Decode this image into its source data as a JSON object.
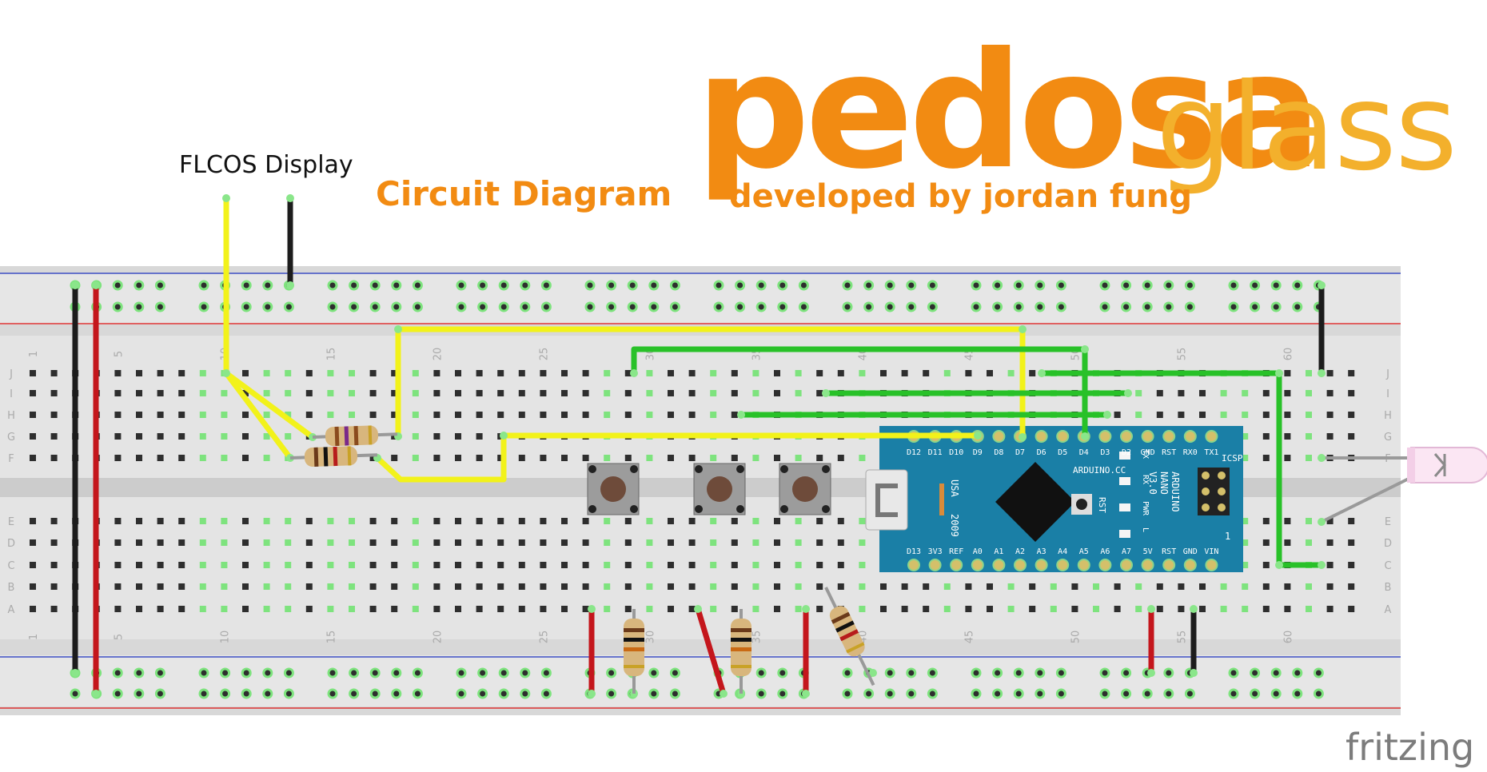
{
  "header": {
    "brand_main": "pedosa",
    "brand_sub": "glass",
    "developer_credit": "developed by jordan fung",
    "diagram_title": "Circuit Diagram"
  },
  "labels": {
    "display_label": "FLCOS Display",
    "tool_logo": "fritzing"
  },
  "breadboard": {
    "row_letters_top": [
      "J",
      "I",
      "H",
      "G",
      "F"
    ],
    "row_letters_bottom": [
      "E",
      "D",
      "C",
      "B",
      "A"
    ],
    "column_numbers": [
      "1",
      "5",
      "10",
      "15",
      "20",
      "25",
      "30",
      "35",
      "40",
      "45",
      "50",
      "55",
      "60"
    ]
  },
  "arduino": {
    "top_pins": [
      "D12",
      "D11",
      "D10",
      "D9",
      "D8",
      "D7",
      "D6",
      "D5",
      "D4",
      "D3",
      "D2",
      "GND",
      "RST",
      "RX0",
      "TX1"
    ],
    "bottom_pins": [
      "D13",
      "3V3",
      "REF",
      "A0",
      "A1",
      "A2",
      "A3",
      "A4",
      "A5",
      "A6",
      "A7",
      "5V",
      "RST",
      "GND",
      "VIN"
    ],
    "board_text": [
      "ARDUINO",
      "NANO",
      "V3.0"
    ],
    "site_text": "ARDUINO.CC",
    "usa_text": "USA",
    "year_text": "2009",
    "icsp_text": "ICSP",
    "rst_text": "RST",
    "led_labels": [
      "TX",
      "RX",
      "PWR",
      "L"
    ],
    "pin1_text": "1"
  },
  "colors": {
    "brand_orange": "#f28b12",
    "brand_yellow": "#f3b02c",
    "board_blue": "#1a7fa6",
    "wire_yellow": "#f2f21a",
    "wire_green": "#28c128",
    "wire_red": "#c4161c",
    "wire_black": "#1c1c1c"
  }
}
